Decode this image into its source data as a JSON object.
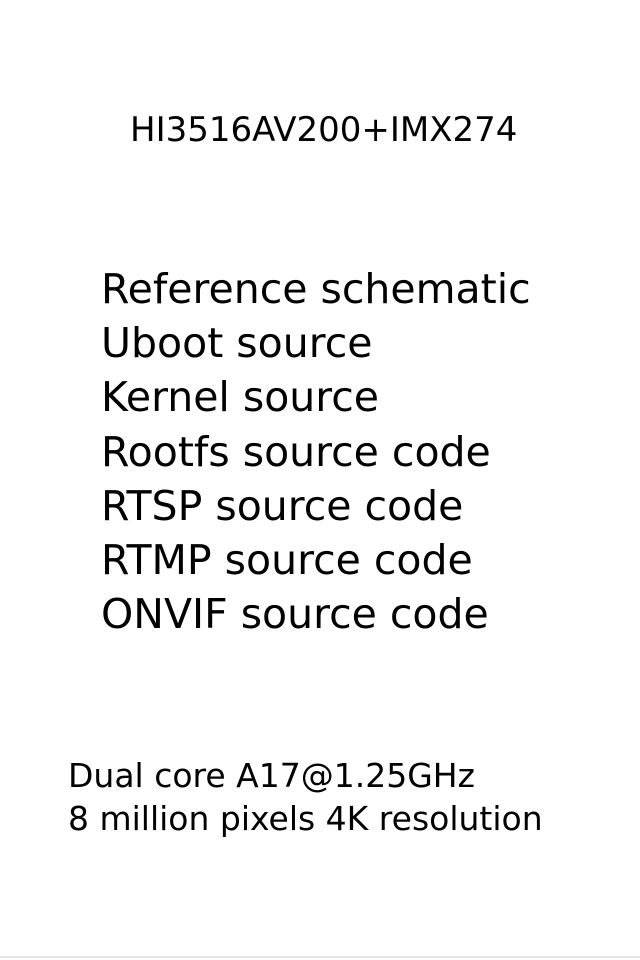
{
  "title": "HI3516AV200+IMX274",
  "features": [
    "Reference schematic",
    "Uboot source",
    "Kernel source",
    "Rootfs source code",
    "RTSP source code",
    "RTMP source code",
    "ONVIF source code"
  ],
  "specs": [
    "Dual core A17@1.25GHz",
    "8 million pixels 4K resolution"
  ]
}
